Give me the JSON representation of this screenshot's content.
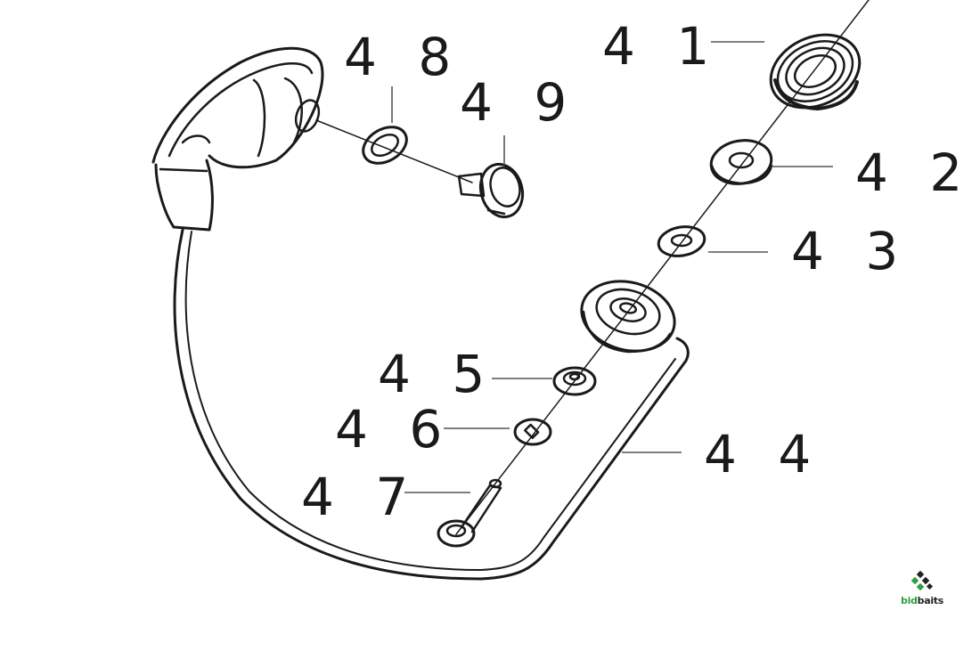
{
  "parts": [
    {
      "id": "41",
      "label": "4 1"
    },
    {
      "id": "42",
      "label": "4 2"
    },
    {
      "id": "43",
      "label": "4 3"
    },
    {
      "id": "44",
      "label": "4 4"
    },
    {
      "id": "45",
      "label": "4 5"
    },
    {
      "id": "46",
      "label": "4 6"
    },
    {
      "id": "47",
      "label": "4 7"
    },
    {
      "id": "48",
      "label": "4 8"
    },
    {
      "id": "49",
      "label": "4 9"
    }
  ],
  "logo": {
    "bid": "bid",
    "baits": "baits",
    "icon": "bidbaits-logo-icon"
  },
  "colors": {
    "line": "#1a1a1a",
    "leader": "#555555",
    "logo_green": "#2e9e3e"
  }
}
